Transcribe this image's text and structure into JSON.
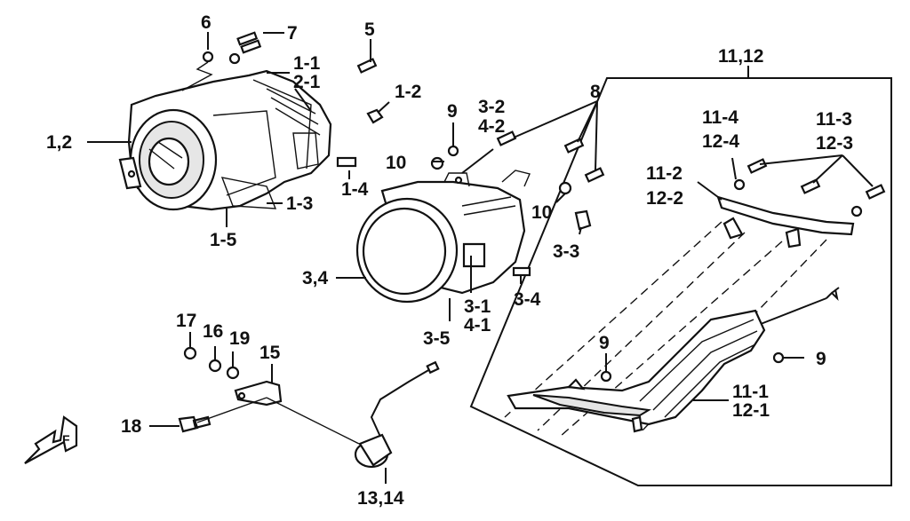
{
  "labels": {
    "l6": "6",
    "l7": "7",
    "l5": "5",
    "l1_1": "1-1",
    "l2_1": "2-1",
    "l1_2_top": "1-2",
    "l1_2_left": "1,2",
    "l9_a": "9",
    "l3_2": "3-2",
    "l4_2": "4-2",
    "l8": "8",
    "l11_12": "11,12",
    "l10_a": "10",
    "l1_4": "1-4",
    "l1_3": "1-3",
    "l1_5": "1-5",
    "l11_4": "11-4",
    "l12_4": "12-4",
    "l11_3": "11-3",
    "l12_3": "12-3",
    "l11_2": "11-2",
    "l12_2": "12-2",
    "l10_b": "10",
    "l3_3": "3-3",
    "l3_4_left": "3,4",
    "l3_4": "3-4",
    "l3_1": "3-1",
    "l4_1": "4-1",
    "l3_5": "3-5",
    "l17": "17",
    "l16": "16",
    "l19": "19",
    "l15": "15",
    "l9_b": "9",
    "l9_c": "9",
    "l11_1": "11-1",
    "l12_1": "12-1",
    "l18": "18",
    "l13_14": "13,14",
    "front_marker": "F"
  },
  "icons": {
    "front_arrow": "front-direction-arrow-icon"
  },
  "colors": {
    "ink": "#111111",
    "paper": "#ffffff",
    "shade": "#e6e6e6"
  }
}
